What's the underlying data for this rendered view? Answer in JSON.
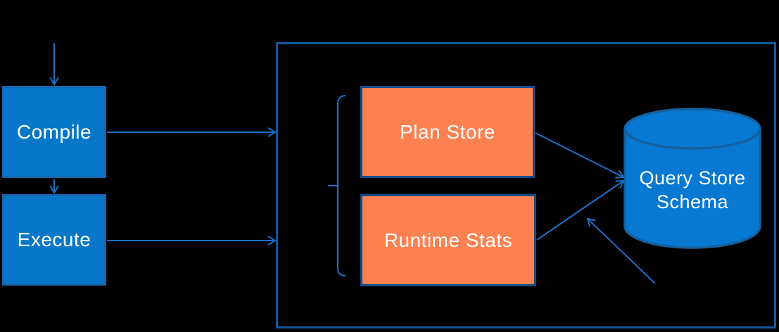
{
  "colors": {
    "background": "#000000",
    "node_blue": "#0677C9",
    "node_blue_border": "#1767AE",
    "orange": "#FC8150",
    "orange_border": "#0E4E90",
    "container_border": "#12599E",
    "arrow": "#1C71C6",
    "cylinder_fill": "#0879D2",
    "cylinder_border": "#14619F",
    "text": "#FFFFFF"
  },
  "nodes": {
    "compile": {
      "label": "Compile"
    },
    "execute": {
      "label": "Execute"
    },
    "plan_store": {
      "label": "Plan Store"
    },
    "runtime_stats": {
      "label": "Runtime Stats"
    },
    "query_store_schema": {
      "label_line1": "Query Store",
      "label_line2": "Schema"
    }
  }
}
